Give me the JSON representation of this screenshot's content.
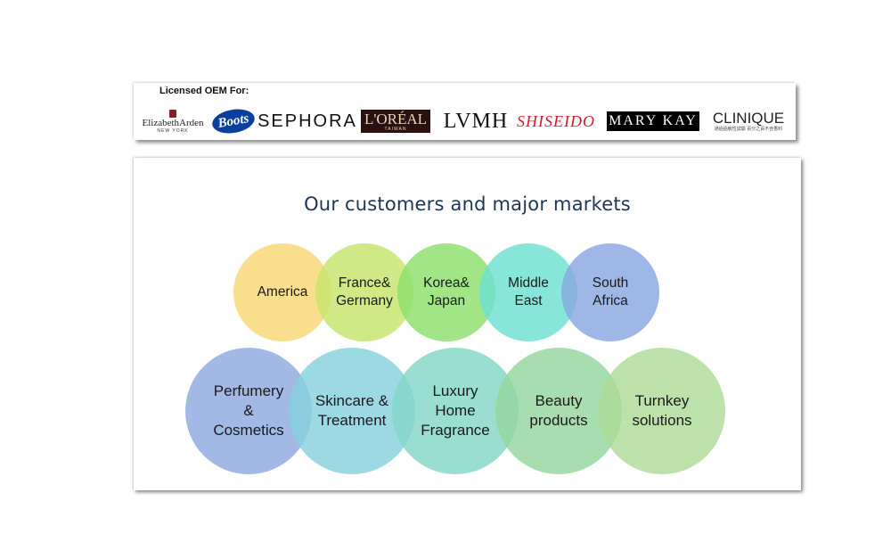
{
  "oem": {
    "title": "Licensed OEM For:",
    "logos": {
      "elizabeth_arden": {
        "name": "ElizabethArden",
        "city": "NEW YORK"
      },
      "boots": "Boots",
      "sephora": "SEPHORA",
      "loreal": {
        "main": "L'ORÉAL",
        "sub": "TAIWAN"
      },
      "lvmh": "LVMH",
      "shiseido": "SHISEIDO",
      "marykay": "MARY KAY",
      "clinique": {
        "main": "CLINIQUE",
        "sub": "通過過敏性試驗 百分之百不含香料"
      }
    }
  },
  "markets": {
    "title": "Our customers and major markets",
    "regions": [
      {
        "label": "America",
        "color": "#f8d774"
      },
      {
        "label": "France&\nGermany",
        "color": "#c4e46c"
      },
      {
        "label": "Korea&\nJapan",
        "color": "#8ddf6d"
      },
      {
        "label": "Middle\nEast",
        "color": "#6edfd1"
      },
      {
        "label": "South\nAfrica",
        "color": "#8aa7e0"
      }
    ],
    "categories": [
      {
        "label": "Perfumery\n&\nCosmetics",
        "color": "#8ea8df"
      },
      {
        "label": "Skincare &\nTreatment",
        "color": "#86d1dd"
      },
      {
        "label": "Luxury\nHome\nFragrance",
        "color": "#84d7c7"
      },
      {
        "label": "Beauty\nproducts",
        "color": "#94d69d"
      },
      {
        "label": "Turnkey\nsolutions",
        "color": "#addb97"
      }
    ]
  }
}
